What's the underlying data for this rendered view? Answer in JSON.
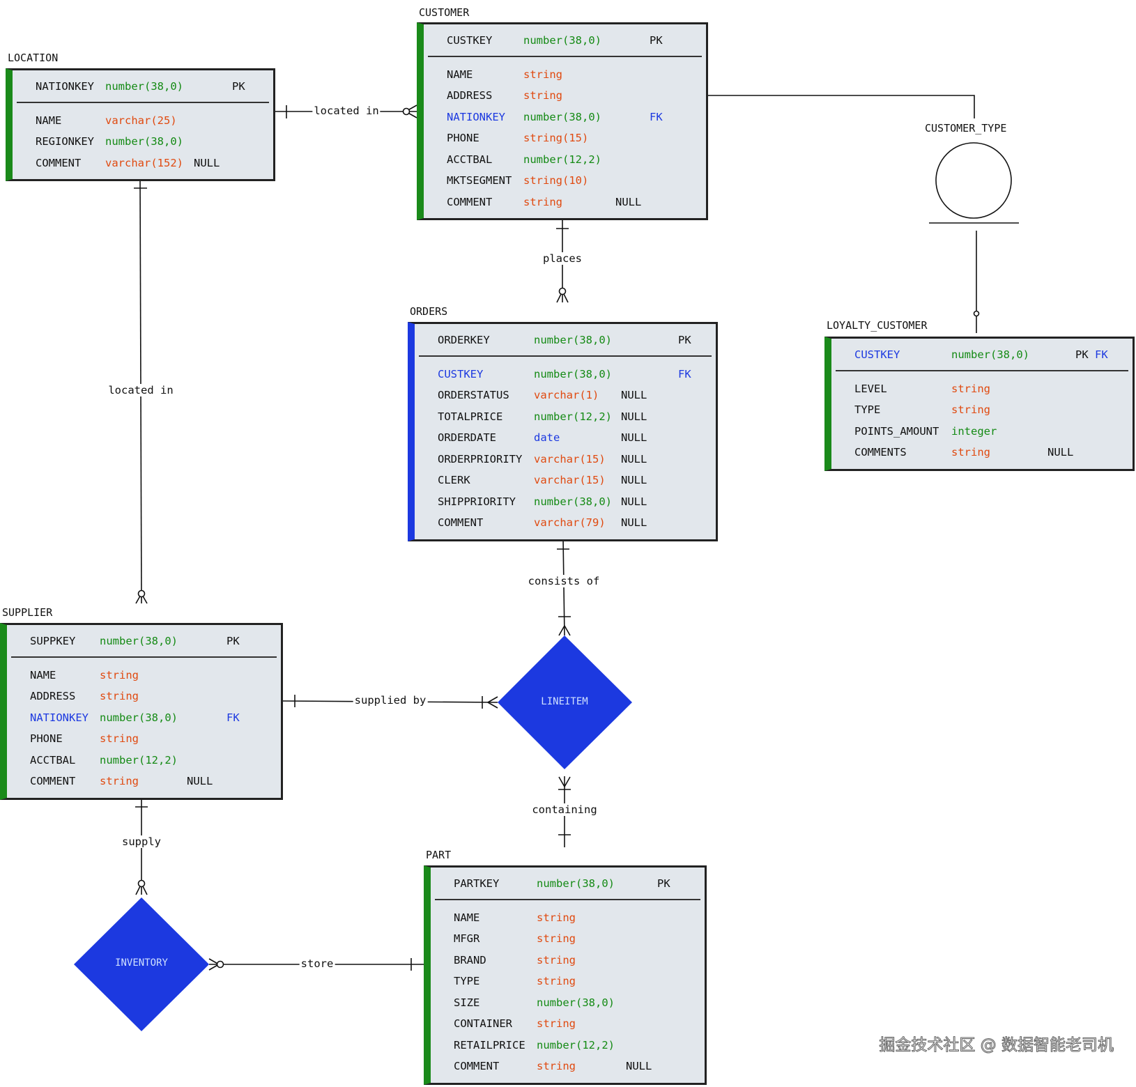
{
  "entities": [
    {
      "id": "location",
      "title": "LOCATION",
      "bar": "green",
      "pk": {
        "name": "NATIONKEY",
        "type": "number(38,0)",
        "key": "PK"
      },
      "attrs": [
        {
          "name": "NAME",
          "type": "varchar(25)"
        },
        {
          "name": "REGIONKEY",
          "type": "number(38,0)"
        },
        {
          "name": "COMMENT",
          "type": "varchar(152)",
          "null": "NULL"
        }
      ]
    },
    {
      "id": "customer",
      "title": "CUSTOMER",
      "bar": "green",
      "pk": {
        "name": "CUSTKEY",
        "type": "number(38,0)",
        "key": "PK"
      },
      "attrs": [
        {
          "name": "NAME",
          "type": "string"
        },
        {
          "name": "ADDRESS",
          "type": "string"
        },
        {
          "name": "NATIONKEY",
          "type": "number(38,0)",
          "key": "FK",
          "fk": true
        },
        {
          "name": "PHONE",
          "type": "string(15)"
        },
        {
          "name": "ACCTBAL",
          "type": "number(12,2)"
        },
        {
          "name": "MKTSEGMENT",
          "type": "string(10)"
        },
        {
          "name": "COMMENT",
          "type": "string",
          "null": "NULL"
        }
      ]
    },
    {
      "id": "orders",
      "title": "ORDERS",
      "bar": "blue",
      "pk": {
        "name": "ORDERKEY",
        "type": "number(38,0)",
        "key": "PK"
      },
      "attrs": [
        {
          "name": "CUSTKEY",
          "type": "number(38,0)",
          "key": "FK",
          "fk": true
        },
        {
          "name": "ORDERSTATUS",
          "type": "varchar(1)",
          "null": "NULL"
        },
        {
          "name": "TOTALPRICE",
          "type": "number(12,2)",
          "null": "NULL"
        },
        {
          "name": "ORDERDATE",
          "type": "date",
          "null": "NULL"
        },
        {
          "name": "ORDERPRIORITY",
          "type": "varchar(15)",
          "null": "NULL"
        },
        {
          "name": "CLERK",
          "type": "varchar(15)",
          "null": "NULL"
        },
        {
          "name": "SHIPPRIORITY",
          "type": "number(38,0)",
          "null": "NULL"
        },
        {
          "name": "COMMENT",
          "type": "varchar(79)",
          "null": "NULL"
        }
      ]
    },
    {
      "id": "loyalty_customer",
      "title": "LOYALTY_CUSTOMER",
      "bar": "green",
      "pk": {
        "name": "CUSTKEY",
        "type": "number(38,0)",
        "key": "PK",
        "key2": "FK",
        "fk": true
      },
      "attrs": [
        {
          "name": "LEVEL",
          "type": "string"
        },
        {
          "name": "TYPE",
          "type": "string"
        },
        {
          "name": "POINTS_AMOUNT",
          "type": "integer"
        },
        {
          "name": "COMMENTS",
          "type": "string",
          "null": "NULL"
        }
      ]
    },
    {
      "id": "supplier",
      "title": "SUPPLIER",
      "bar": "green",
      "pk": {
        "name": "SUPPKEY",
        "type": "number(38,0)",
        "key": "PK"
      },
      "attrs": [
        {
          "name": "NAME",
          "type": "string"
        },
        {
          "name": "ADDRESS",
          "type": "string"
        },
        {
          "name": "NATIONKEY",
          "type": "number(38,0)",
          "key": "FK",
          "fk": true
        },
        {
          "name": "PHONE",
          "type": "string"
        },
        {
          "name": "ACCTBAL",
          "type": "number(12,2)"
        },
        {
          "name": "COMMENT",
          "type": "string",
          "null": "NULL"
        }
      ]
    },
    {
      "id": "part",
      "title": "PART",
      "bar": "green",
      "pk": {
        "name": "PARTKEY",
        "type": "number(38,0)",
        "key": "PK"
      },
      "attrs": [
        {
          "name": "NAME",
          "type": "string"
        },
        {
          "name": "MFGR",
          "type": "string"
        },
        {
          "name": "BRAND",
          "type": "string"
        },
        {
          "name": "TYPE",
          "type": "string"
        },
        {
          "name": "SIZE",
          "type": "number(38,0)"
        },
        {
          "name": "CONTAINER",
          "type": "string"
        },
        {
          "name": "RETAILPRICE",
          "type": "number(12,2)"
        },
        {
          "name": "COMMENT",
          "type": "string",
          "null": "NULL"
        }
      ]
    }
  ],
  "subtype": {
    "title": "CUSTOMER_TYPE"
  },
  "diamonds": [
    {
      "id": "lineitem",
      "label": "LINEITEM"
    },
    {
      "id": "inventory",
      "label": "INVENTORY"
    }
  ],
  "relationships": [
    {
      "id": "location-customer",
      "label": "located in"
    },
    {
      "id": "location-supplier",
      "label": "located in"
    },
    {
      "id": "customer-orders",
      "label": "places"
    },
    {
      "id": "orders-lineitem",
      "label": "consists of"
    },
    {
      "id": "supplier-lineitem",
      "label": "supplied by"
    },
    {
      "id": "lineitem-part",
      "label": "containing"
    },
    {
      "id": "supplier-inventory",
      "label": "supply"
    },
    {
      "id": "inventory-part",
      "label": "store"
    }
  ],
  "watermark": "掘金技术社区 @ 数据智能老司机",
  "colors": {
    "entity_fill": "#e2e7ec",
    "bar_green": "#1a8a1a",
    "bar_blue": "#1c39e0",
    "diamond": "#1c39e0",
    "type_number": "#148a14",
    "type_string": "#e04a10",
    "fk": "#1c39e0"
  }
}
